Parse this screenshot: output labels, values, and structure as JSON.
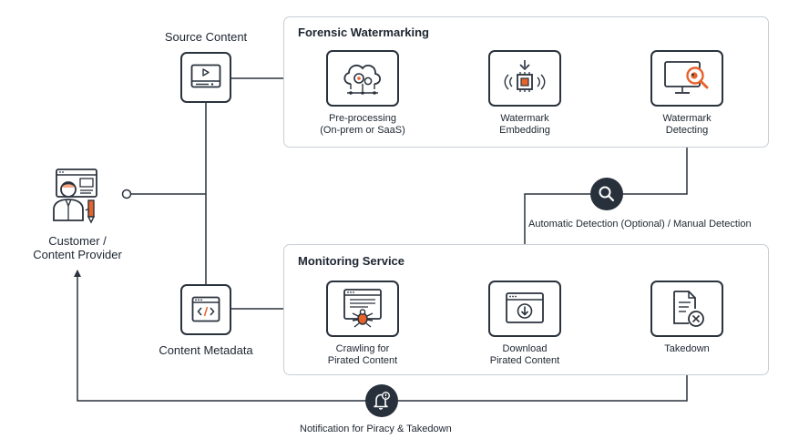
{
  "sources": {
    "source_content": "Source Content",
    "content_metadata": "Content Metadata"
  },
  "customer": {
    "label": "Customer /\nContent Provider"
  },
  "forensic_watermarking": {
    "title": "Forensic Watermarking",
    "steps": [
      {
        "label": "Pre-processing\n(On-prem or SaaS)",
        "icon": "cloud-gears-icon"
      },
      {
        "label": "Watermark\nEmbedding",
        "icon": "chip-download-icon"
      },
      {
        "label": "Watermark\nDetecting",
        "icon": "monitor-magnifier-icon"
      }
    ]
  },
  "monitoring_service": {
    "title": "Monitoring Service",
    "steps": [
      {
        "label": "Crawling for\nPirated Content",
        "icon": "web-crawler-icon"
      },
      {
        "label": "Download\nPirated Content",
        "icon": "download-window-icon"
      },
      {
        "label": "Takedown",
        "icon": "document-remove-icon"
      }
    ]
  },
  "connectors": {
    "detection_caption": "Automatic Detection (Optional) / Manual Detection",
    "notification_caption": "Notification for Piracy & Takedown"
  },
  "colors": {
    "line": "#2a323d",
    "accent_orange": "#e8622c",
    "badge": "#27303b",
    "group_border": "#c9ced6"
  }
}
